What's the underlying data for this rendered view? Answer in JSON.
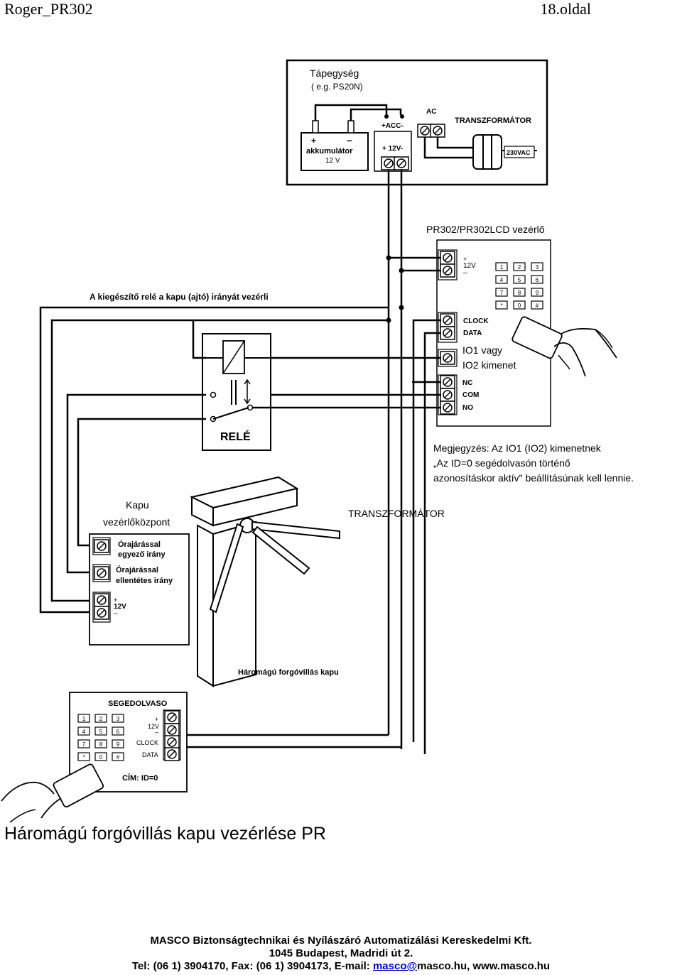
{
  "header": {
    "doc_name": "Roger_PR302",
    "page": "18.oldal"
  },
  "psu": {
    "title": "Tápegység",
    "subtitle": "( e.g. PS20N)",
    "battery_label": "akkumulátor",
    "battery_voltage": "12 V",
    "acc_label": "+ACC-",
    "v12_label": "+ 12V-",
    "ac_label": "AC",
    "transformer_label": "TRANSZFORMÁTOR",
    "mains_label": "230VAC"
  },
  "controller": {
    "title": "PR302/PR302LCD vezérlő",
    "terminals": {
      "v12": "12V",
      "clock": "CLOCK",
      "data": "DATA",
      "io1": "IO1 vagy",
      "io2": "IO2 kimenet",
      "nc": "NC",
      "com": "COM",
      "no": "NO"
    },
    "keys": [
      "1",
      "2",
      "3",
      "4",
      "5",
      "6",
      "7",
      "8",
      "9",
      "*",
      "0",
      "#"
    ]
  },
  "relay": {
    "caption": "A kiegészítő relé a kapu (ajtó) irányát vezérli",
    "label": "RELÉ"
  },
  "note": {
    "line1": "Megjegyzés: Az IO1 (IO2) kimenetnek",
    "line2": "„Az ID=0 segédolvasón történő",
    "line3": "azonosításkor aktív\" beállításúnak kell lennie."
  },
  "transformer2": "TRANSZFORMÁTOR",
  "gate_controller": {
    "title1": "Kapu",
    "title2": "vezérlőközpont",
    "cw1": "Órajárással",
    "cw2": "egyező irány",
    "ccw1": "Órajárással",
    "ccw2": "ellentétes irány",
    "v12": "12V"
  },
  "turnstile_label": "Háromágú forgóvillás kapu",
  "aux_reader": {
    "title": "SEGEDOLVASO",
    "v12": "12V",
    "clock": "CLOCK",
    "data": "DATA",
    "address": "CÍM: ID=0",
    "keys": [
      "1",
      "2",
      "3",
      "4",
      "5",
      "6",
      "7",
      "8",
      "9",
      "*",
      "0",
      "#"
    ]
  },
  "caption": "Háromágú forgóvillás kapu vezérlése PR",
  "footer": {
    "line1": "MASCO Biztonságtechnikai és Nyílászáró Automatizálási Kereskedelmi Kft.",
    "line2": "1045 Budapest, Madridi út 2.",
    "line3_prefix": "Tel: (06 1) 3904170, Fax: (06 1) 3904173, E-mail: ",
    "email_link": "masco@",
    "line3_suffix": "masco.hu, www.masco.hu"
  }
}
